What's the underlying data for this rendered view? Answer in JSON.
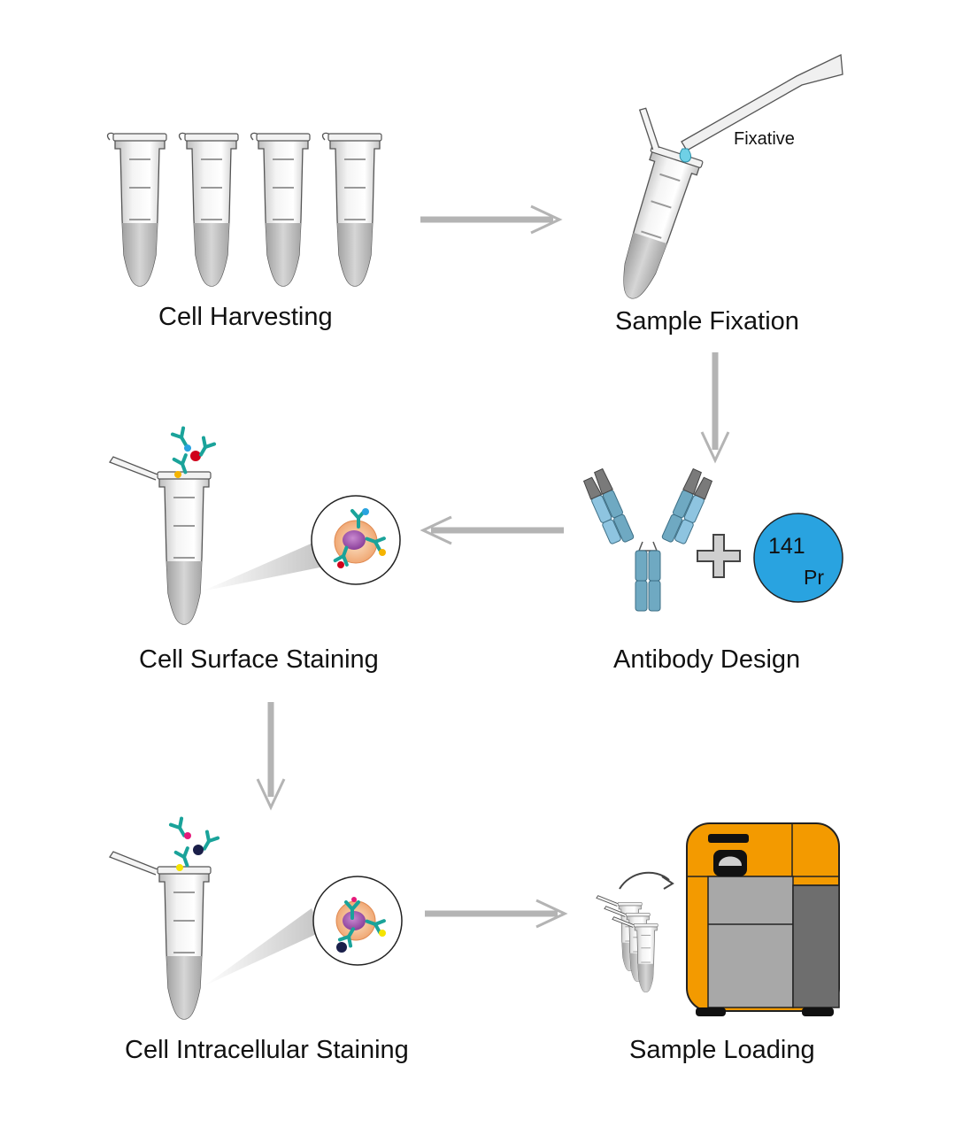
{
  "steps": {
    "harvesting": "Cell Harvesting",
    "fixation": "Sample Fixation",
    "fixative_label": "Fixative",
    "antibody_design": "Antibody Design",
    "surface_staining": "Cell Surface Staining",
    "intracellular_staining": "Cell Intracellular Staining",
    "sample_loading": "Sample Loading"
  },
  "metal_tag": {
    "mass": "141",
    "symbol": "Pr",
    "color": "#29a3e0"
  },
  "colors": {
    "arrow": "#b4b4b4",
    "instrument_body": "#f39a00",
    "instrument_panel": "#a8a8a8",
    "instrument_side": "#6e6e6e",
    "antibody_heavy": "#6fa9c2",
    "antibody_light": "#8ec4e0",
    "antibody_tip": "#7a7a7a",
    "antibody_teal": "#1aa39a"
  }
}
